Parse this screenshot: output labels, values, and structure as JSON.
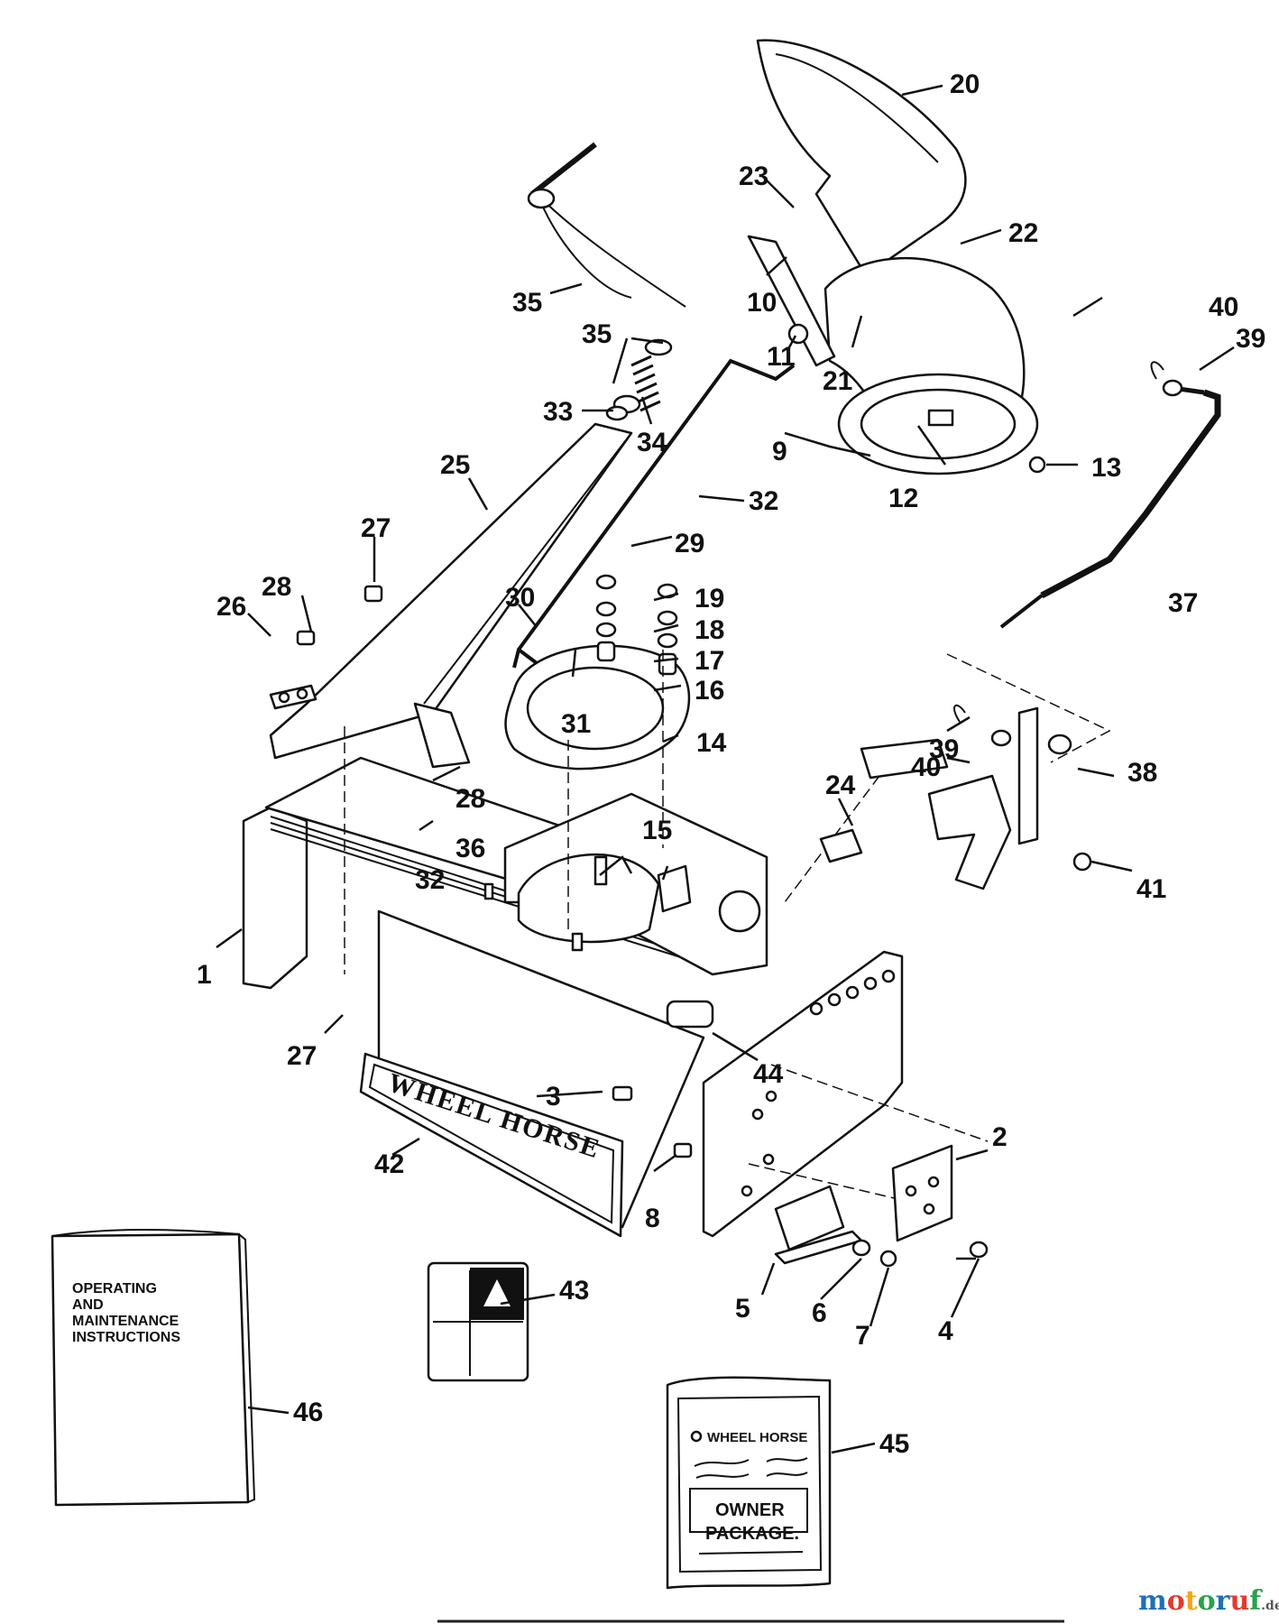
{
  "diagram": {
    "nameplate_text": "WHEEL HORSE",
    "manual": {
      "line1": "OPERATING",
      "line2": "AND",
      "line3": "MAINTENANCE",
      "line4": "INSTRUCTIONS"
    },
    "owner_package": {
      "brand": "WHEEL HORSE",
      "line1": "OWNER",
      "line2": "PACKAGE."
    },
    "callouts": [
      "1",
      "2",
      "3",
      "4",
      "5",
      "6",
      "7",
      "8",
      "9",
      "10",
      "11",
      "12",
      "13",
      "14",
      "15",
      "16",
      "17",
      "18",
      "19",
      "20",
      "21",
      "22",
      "23",
      "24",
      "25",
      "26",
      "27",
      "27",
      "28",
      "28",
      "29",
      "30",
      "31",
      "32",
      "32",
      "33",
      "34",
      "35",
      "35",
      "36",
      "37",
      "38",
      "39",
      "39",
      "40",
      "40",
      "41",
      "42",
      "43",
      "44",
      "45",
      "46"
    ]
  },
  "watermark": {
    "text_main": "motoruf",
    "text_suffix": ".de",
    "colors": {
      "m": "#1f6fb8",
      "o1": "#e23b2e",
      "t": "#f2a71b",
      "o2": "#2aa14b",
      "r": "#1f6fb8",
      "u": "#e23b2e",
      "f": "#2aa14b"
    }
  }
}
